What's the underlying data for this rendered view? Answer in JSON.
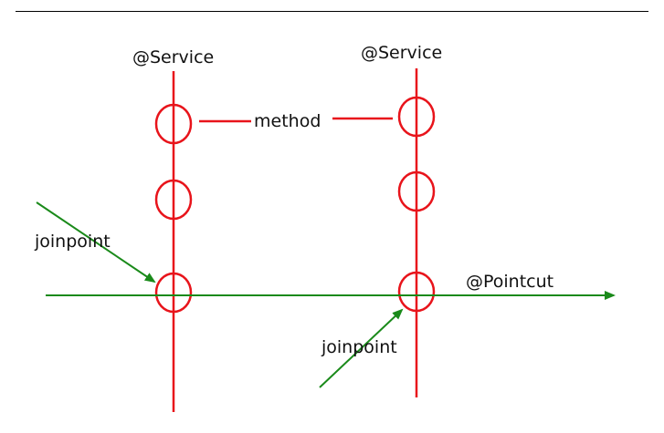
{
  "diagram": {
    "service_left_label": "@Service",
    "service_right_label": "@Service",
    "method_label": "method",
    "joinpoint_left_label": "joinpoint",
    "joinpoint_right_label": "joinpoint",
    "pointcut_label": "@Pointcut",
    "colors": {
      "service_line": "#e8141b",
      "pointcut_line": "#1a8a1a",
      "text": "#111111",
      "divider": "#000000"
    }
  }
}
